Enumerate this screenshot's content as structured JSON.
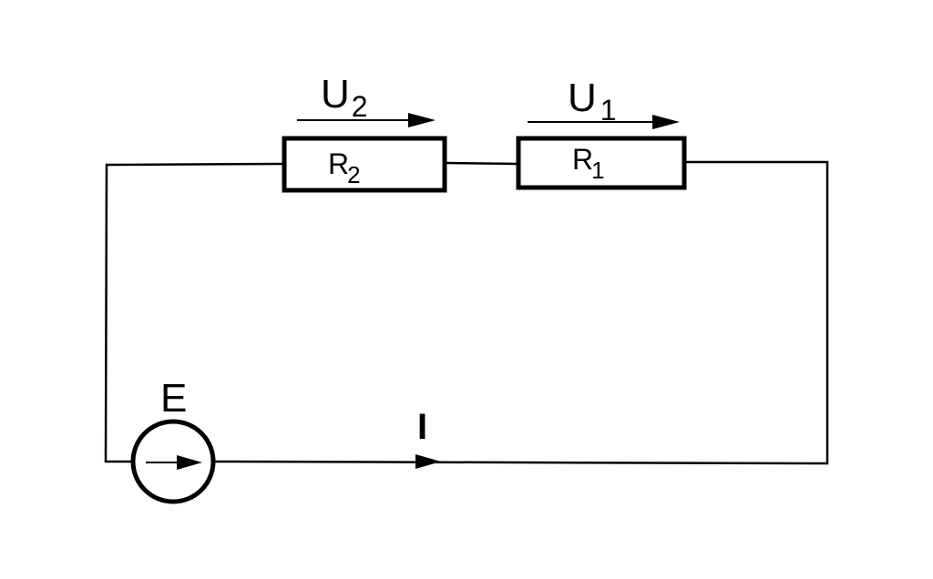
{
  "colors": {
    "stroke": "#000000",
    "background": "#ffffff"
  },
  "components": {
    "voltage_u2": {
      "symbol": "U",
      "subscript": "2"
    },
    "voltage_u1": {
      "symbol": "U",
      "subscript": "1"
    },
    "resistor_r2": {
      "symbol": "R",
      "subscript": "2"
    },
    "resistor_r1": {
      "symbol": "R",
      "subscript": "1"
    },
    "source": {
      "label": "E"
    },
    "current": {
      "label": "I"
    }
  }
}
